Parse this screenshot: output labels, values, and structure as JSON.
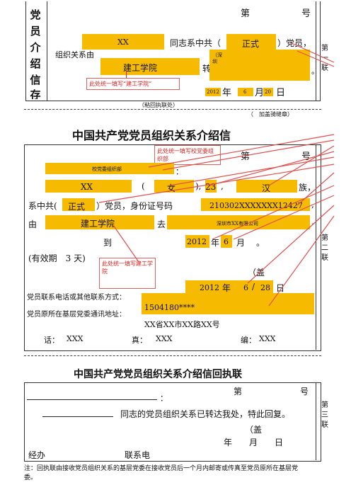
{
  "stub": {
    "side_chars": [
      "党",
      "员",
      "介",
      "绍",
      "信",
      "存"
    ],
    "no_label": "第",
    "hao": "号",
    "org_label": "组织关系由",
    "xx": "XX",
    "tongzhi": "同志系中共（",
    "zhengshi": "正式",
    "dangyuan": "）党员，",
    "school": "建工学院",
    "zhuan": "转到",
    "small_note": "（深圳",
    "period": "。",
    "year": "2012",
    "year_label": "年",
    "month": "6",
    "month_label": "月",
    "day": "20",
    "day_label": "日",
    "note": "此处统一填写“建工学院”",
    "paste": "（粘回执联处）",
    "seal": "（　加盖骑缝章）",
    "lian": "第一联"
  },
  "letter": {
    "title": "中国共产党党员组织关系介绍信",
    "no_label": "第",
    "hao": "号",
    "recipient": "校党委组织部",
    "recipient_colon": "：",
    "note1": "此处统一填写校党委组织部",
    "name": "XX",
    "sex": "女",
    "age": "23",
    "nation": "汉",
    "zu": "族，",
    "xi_zhong_gong": "系中共(",
    "zhengshi": "正式",
    "id_label": "）党员，身份证号码",
    "id_number": "210302XXXXXXX12427",
    "you": "由",
    "school": "建工学院",
    "qu": "去",
    "dest": "深圳市XX有限公司",
    "dao": "到",
    "arrive_year": "2012",
    "year_label": "年",
    "arrive_month": "6",
    "month_label": "月",
    "valid": "(有效期　3 天)",
    "note2": "此处统一填写建工学院",
    "seal": "（盖",
    "issue_year": "2012",
    "issue_month": "6",
    "issue_day": "28",
    "day_label": "日",
    "contact_label": "党员联系电话或其他联系方式：",
    "contact": "1504180****",
    "address_label": "党员原所在基层党委通讯地址：",
    "address": "XX省XX市XX路XX号",
    "phone_label": "话：",
    "phone": "XXX",
    "fax_label": "真：",
    "fax": "XXX",
    "post_label": "编：",
    "post": "XXX",
    "lian": "第二联"
  },
  "receipt": {
    "title": "中国共产党党员组织关系介绍信回执联",
    "no_label": "第",
    "hao": "号",
    "colon": "：",
    "body": "同志的党员组织关系已转达我处，特此回复。",
    "seal": "（盖",
    "date": "年　　月　　日",
    "handler": "经办",
    "phone": "联系电",
    "lian": "第三联"
  },
  "footer": {
    "note": "注：回执联由接收党员组织关系的基层党委在接收党员后一个月内邮寄或传真至党员原所在基层党委。"
  }
}
